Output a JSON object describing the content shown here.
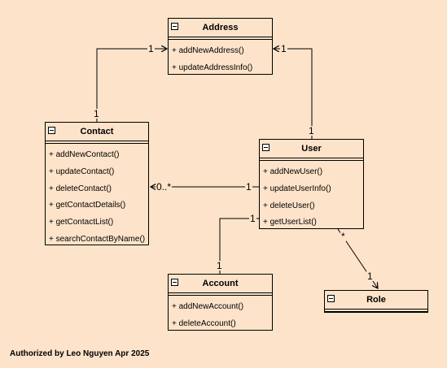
{
  "classes": {
    "address": {
      "name": "Address",
      "ops": [
        "+ addNewAddress()",
        "+ updateAddressInfo()"
      ]
    },
    "contact": {
      "name": "Contact",
      "ops": [
        "+ addNewContact()",
        "+ updateContact()",
        "+ deleteContact()",
        "+ getContactDetails()",
        "+ getContactList()",
        "+ searchContactByName()"
      ]
    },
    "user": {
      "name": "User",
      "ops": [
        "+ addNewUser()",
        "+ updateUserInfo()",
        "+ deleteUser()",
        "+ getUserList()"
      ]
    },
    "account": {
      "name": "Account",
      "ops": [
        "+ addNewAccount()",
        "+ deleteAccount()"
      ]
    },
    "role": {
      "name": "Role",
      "ops": []
    }
  },
  "multiplicities": {
    "contact_address_src": "1",
    "contact_address_dst": "1",
    "user_address_src": "1",
    "user_address_dst": "1",
    "user_contact_src": "1",
    "user_contact_dst": "0..*",
    "user_account_src": "1",
    "user_account_dst": "1",
    "user_role_src": "*",
    "user_role_dst": "1"
  },
  "footer": "Authorized by Leo Nguyen Apr 2025"
}
